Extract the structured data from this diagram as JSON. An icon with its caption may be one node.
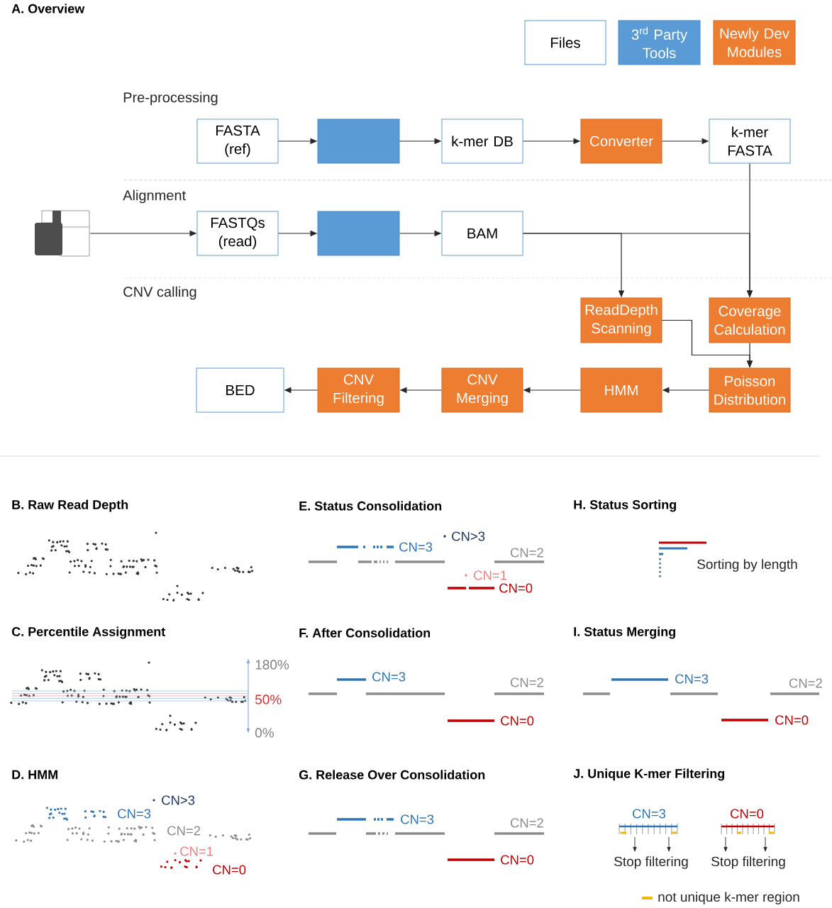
{
  "diagram": {
    "nodes": [
      {
        "text": [
          "FASTA (ref)"
        ]
      },
      {
        "text": [],
        "shape": "box"
      },
      {
        "text": [
          "k-mer DB"
        ]
      },
      {
        "text": [
          "Converter"
        ]
      },
      {
        "text": [
          "k-mer FASTA"
        ]
      },
      {
        "text": [],
        "shape": "picture"
      },
      {
        "text": [
          "FASTQs (read)"
        ]
      },
      {
        "text": [],
        "shape": "box"
      },
      {
        "text": [
          "BAM"
        ]
      },
      {
        "text": [
          "ReadDepth Scanning"
        ]
      },
      {
        "text": [
          "Coverage Calculation"
        ]
      },
      {
        "text": [
          "BED"
        ]
      },
      {
        "text": [
          "CNV Filtering"
        ]
      },
      {
        "text": [
          "CNV Merging"
        ]
      },
      {
        "text": [
          "HMM"
        ]
      },
      {
        "text": [
          "Poisson Distribution"
        ]
      }
    ],
    "edges": [
      {
        "from": 0,
        "to": 1,
        "arrow": "to"
      },
      {
        "from": 1,
        "to": 2,
        "arrow": "to"
      },
      {
        "from": 2,
        "to": 3,
        "arrow": "to"
      },
      {
        "from": 3,
        "to": 4,
        "arrow": "to"
      },
      {
        "from": 5,
        "to": 6,
        "arrow": "to"
      },
      {
        "from": 6,
        "to": 7,
        "arrow": "to"
      },
      {
        "from": 7,
        "to": 8,
        "arrow": "to"
      },
      {
        "from": 8,
        "to": 9,
        "arrow": "to"
      },
      {
        "from": 8,
        "to": 10,
        "arrow": "to"
      },
      {
        "from": 4,
        "to": 10,
        "arrow": "to"
      },
      {
        "from": 9,
        "to": 15,
        "arrow": "to"
      },
      {
        "from": 10,
        "to": 15,
        "arrow": "to"
      },
      {
        "from": 15,
        "to": 14,
        "arrow": "to"
      },
      {
        "from": 14,
        "to": 13,
        "arrow": "to"
      },
      {
        "from": 13,
        "to": 12,
        "arrow": "to"
      },
      {
        "from": 12,
        "to": 11,
        "arrow": "to"
      }
    ],
    "labels": [
      "A. Overview",
      "Pre-processing",
      "Alignment",
      "CNV calling",
      "B. Raw Read Depth",
      "E. Status Consolidation",
      "CN>3",
      "CN=3",
      "CN=2",
      "CN=1",
      "CN=0",
      "H. Status Sorting",
      "Sorting by length",
      "C. Percentile Assignment",
      "180%",
      "50%",
      "0%",
      "F. After Consolidation",
      "CN=3",
      "CN=2",
      "CN=0",
      "I. Status Merging",
      "CN=3",
      "CN=2",
      "CN=0",
      "D. HMM",
      "CN>3",
      "CN=3",
      "CN=2",
      "CN=1",
      "CN=0",
      "G. Release Over Consolidation",
      "CN=3",
      "CN=2",
      "CN=0",
      "J. Unique K-mer Filtering",
      "CN=3",
      "CN=0",
      "Stop filtering",
      "Stop filtering"
    ],
    "legend": [
      {
        "text": "Files"
      },
      {
        "text": "3$^{rd}$ Party Tools",
        "color": "#5b9bd5"
      },
      {
        "text": "Newly Dev Modules",
        "color": "#ed7d31"
      },
      {
        "text": "not unique k-mer region",
        "color": "#f2b800"
      }
    ]
  }
}
